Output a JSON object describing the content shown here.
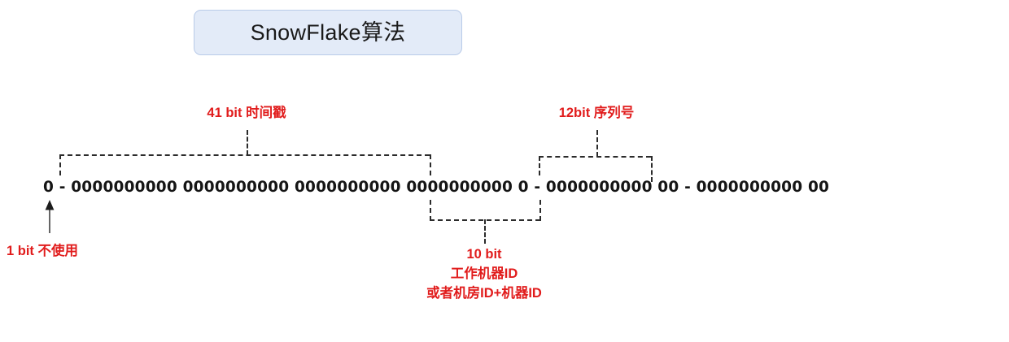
{
  "title": {
    "text": "SnowFlake算法",
    "box_fill": "#e3ebf8",
    "box_border": "#b9cbe8"
  },
  "diagram": {
    "accent_color": "#e11c1c",
    "line_color": "#2b2b2b",
    "bitstring": "0 - 0000000000 0000000000 0000000000 0000000000 0 - 0000000000 00 - 0000000000 00",
    "labels": {
      "timestamp": "41 bit 时间戳",
      "sequence": "12bit 序列号",
      "unused": "1 bit 不使用",
      "machine_line1": "10 bit",
      "machine_line2": "工作机器ID",
      "machine_line3": "或者机房ID+机器ID"
    }
  }
}
